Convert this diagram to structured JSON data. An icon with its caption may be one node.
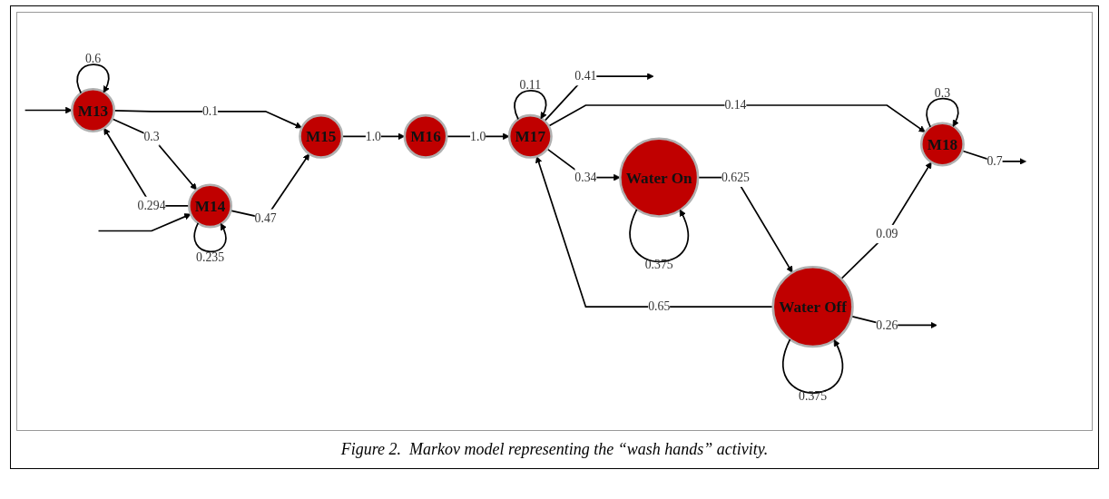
{
  "diagram": {
    "caption": "Figure 2.  Markov model representing the “wash hands” activity.",
    "nodes": [
      {
        "text": [
          "M13"
        ]
      },
      {
        "text": [
          "M14"
        ]
      },
      {
        "text": [
          "M15"
        ]
      },
      {
        "text": [
          "M16"
        ]
      },
      {
        "text": [
          "M17"
        ]
      },
      {
        "text": [
          "M18"
        ]
      },
      {
        "text": [
          "Water On"
        ]
      },
      {
        "text": [
          "Water Off"
        ]
      }
    ],
    "edges": [
      {
        "from": null,
        "to": 0,
        "arrow": "to"
      },
      {
        "from": null,
        "to": 1,
        "arrow": "to"
      },
      {
        "from": 0,
        "to": 0,
        "arrow": "to",
        "label": "0.6"
      },
      {
        "from": 0,
        "to": 2,
        "arrow": "to",
        "label": "0.1"
      },
      {
        "from": 0,
        "to": 1,
        "arrow": "to",
        "label": "0.3"
      },
      {
        "from": 1,
        "to": 0,
        "arrow": "to",
        "label": "0.294"
      },
      {
        "from": 1,
        "to": 1,
        "arrow": "to",
        "label": "0.235"
      },
      {
        "from": 1,
        "to": 2,
        "arrow": "to",
        "label": "0.47"
      },
      {
        "from": 2,
        "to": 3,
        "arrow": "to",
        "label": "1.0"
      },
      {
        "from": 3,
        "to": 4,
        "arrow": "to",
        "label": "1.0"
      },
      {
        "from": 4,
        "to": 4,
        "arrow": "to",
        "label": "0.11"
      },
      {
        "from": 4,
        "to": null,
        "arrow": "to",
        "label": "0.41"
      },
      {
        "from": 4,
        "to": 5,
        "arrow": "to",
        "label": "0.14"
      },
      {
        "from": 4,
        "to": 6,
        "arrow": "to",
        "label": "0.34"
      },
      {
        "from": 5,
        "to": 5,
        "arrow": "to",
        "label": "0.3"
      },
      {
        "from": 5,
        "to": null,
        "arrow": "to",
        "label": "0.7"
      },
      {
        "from": 6,
        "to": 6,
        "arrow": "to",
        "label": "0.375"
      },
      {
        "from": 6,
        "to": 7,
        "arrow": "to",
        "label": "0.625"
      },
      {
        "from": 7,
        "to": 4,
        "arrow": "to",
        "label": "0.65"
      },
      {
        "from": 7,
        "to": 5,
        "arrow": "to",
        "label": "0.09"
      },
      {
        "from": 7,
        "to": 7,
        "arrow": "to",
        "label": "0.375"
      },
      {
        "from": 7,
        "to": null,
        "arrow": "to",
        "label": "0.26"
      }
    ]
  }
}
